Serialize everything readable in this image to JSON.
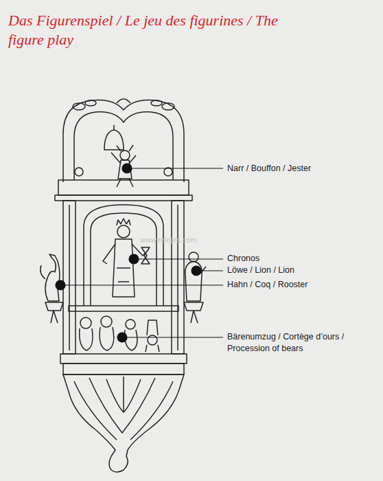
{
  "diagram": {
    "title": "Das Figurenspiel / Le jeu des figurines / The figure play",
    "labels": [
      "Narr / Bouffon / Jester",
      "www.relojes.com",
      "Chronos",
      "Löwe / Lion / Lion",
      "Hahn / Coq / Rooster",
      "Bärenumzug / Cortège d’ours / Procession of bears"
    ]
  }
}
